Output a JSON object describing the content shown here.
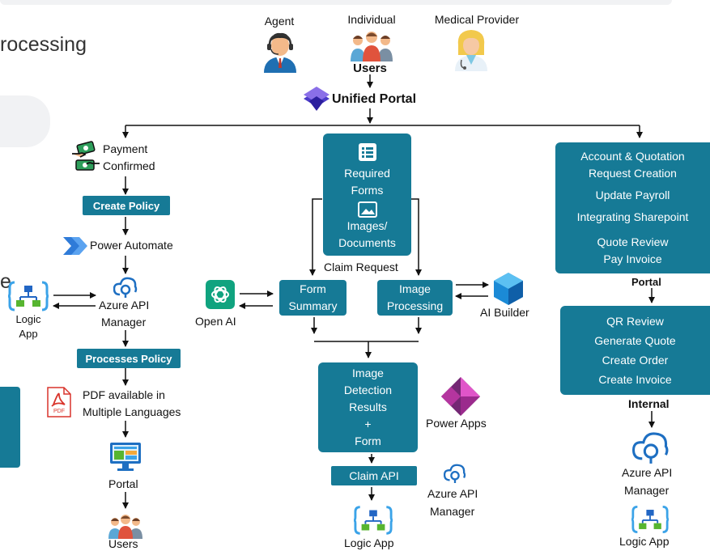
{
  "title_partial": "rocessing",
  "left_partial": "e",
  "users_top": {
    "agent": "Agent",
    "individual": "Individual",
    "medical_provider": "Medical Provider",
    "users": "Users"
  },
  "unified_portal": "Unified Portal",
  "left_flow": {
    "payment_line1": "Payment",
    "payment_line2": "Confirmed",
    "create_policy": "Create Policy",
    "power_automate": "Power Automate",
    "logic_app_line1": "Logic",
    "logic_app_line2": "App",
    "azure_api_line1": "Azure API",
    "azure_api_line2": "Manager",
    "processes_policy": "Processes Policy",
    "pdf_line1": "PDF available in",
    "pdf_line2": "Multiple Languages",
    "pdf_badge": "PDF",
    "portal": "Portal",
    "users": "Users"
  },
  "center_flow": {
    "required_forms": [
      "Required",
      "Forms"
    ],
    "images_documents": [
      "Images/",
      "Documents"
    ],
    "claim_request": "Claim Request",
    "open_ai": "Open AI",
    "form_summary": [
      "Form",
      "Summary"
    ],
    "image_processing": [
      "Image",
      "Processing"
    ],
    "ai_builder": "AI Builder",
    "detection_results": [
      "Image",
      "Detection",
      "Results",
      "+",
      "Form"
    ],
    "power_apps": "Power Apps",
    "claim_api": "Claim API",
    "azure_api_line1": "Azure API",
    "azure_api_line2": "Manager",
    "logic_app": "Logic App"
  },
  "right_flow": {
    "portal_box": [
      "Account & Quotation",
      "Request Creation",
      "Update Payroll",
      "Integrating Sharepoint",
      "Quote Review",
      "Pay Invoice"
    ],
    "portal_label": "Portal",
    "internal_box": [
      "QR Review",
      "Generate Quote",
      "Create Order",
      "Create Invoice"
    ],
    "internal_label": "Internal",
    "azure_api_line1": "Azure API",
    "azure_api_line2": "Manager",
    "logic_app": "Logic App"
  },
  "colors": {
    "teal": "#167a96",
    "page_bg": "#ffffff",
    "faint_panel": "#f1f2f4"
  }
}
